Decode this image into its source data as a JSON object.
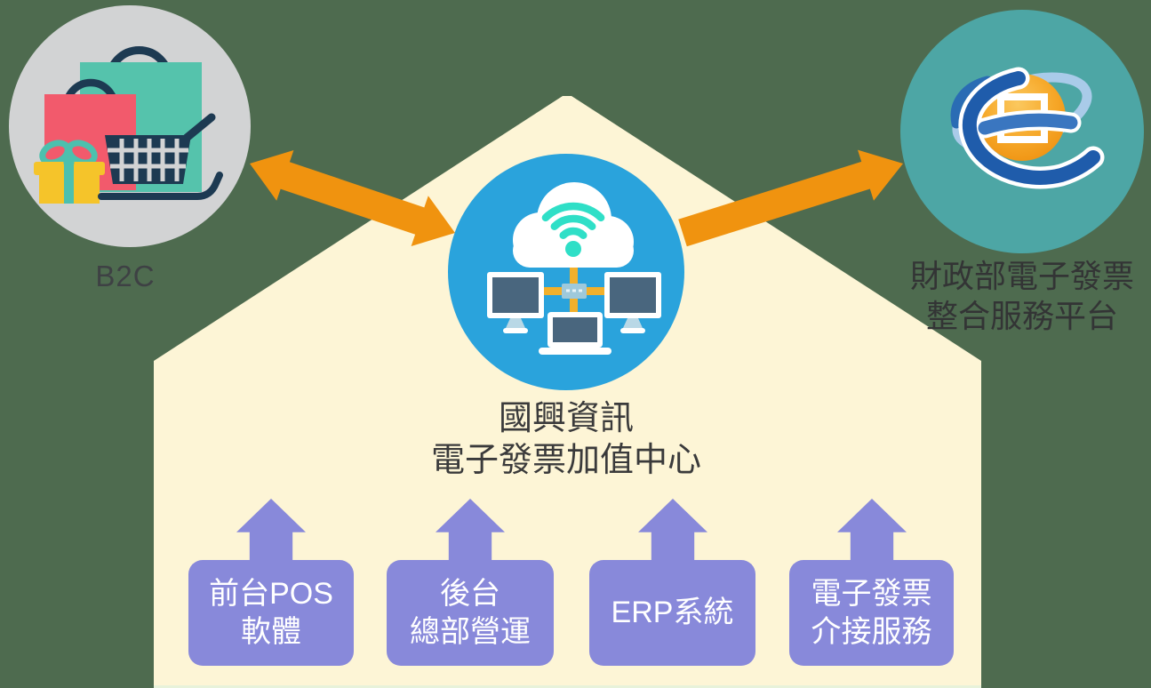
{
  "nodes": {
    "b2c": {
      "label": "B2C"
    },
    "center": {
      "lines": [
        "國興資訊",
        "電子發票加值中心"
      ]
    },
    "platform": {
      "lines": [
        "財政部電子發票",
        "整合服務平台"
      ]
    }
  },
  "modules": [
    {
      "lines": [
        "前台POS",
        "軟體"
      ]
    },
    {
      "lines": [
        "後台",
        "總部營運"
      ]
    },
    {
      "lines": [
        "ERP系統",
        ""
      ]
    },
    {
      "lines": [
        "電子發票",
        "介接服務"
      ]
    }
  ],
  "icons": {
    "b2c": "shopping-bags-cart-gift-icon",
    "center": "cloud-network-icon",
    "platform": "einvoice-platform-logo",
    "links": [
      "double-headed-arrow-icon",
      "right-arrow-icon"
    ],
    "module_arrows": "up-block-arrow-icon"
  },
  "colors": {
    "background_green": "#4e6b4f",
    "house_cream": "#fdf5d6",
    "b2c_circle_gray": "#d2d3d4",
    "center_circle_blue": "#2aa3dc",
    "platform_circle_teal": "#4da6a5",
    "arrow_orange": "#f0930f",
    "module_purple": "#8889da",
    "wifi_teal": "#2fdfc7",
    "label_dark": "#3a3a3b"
  }
}
